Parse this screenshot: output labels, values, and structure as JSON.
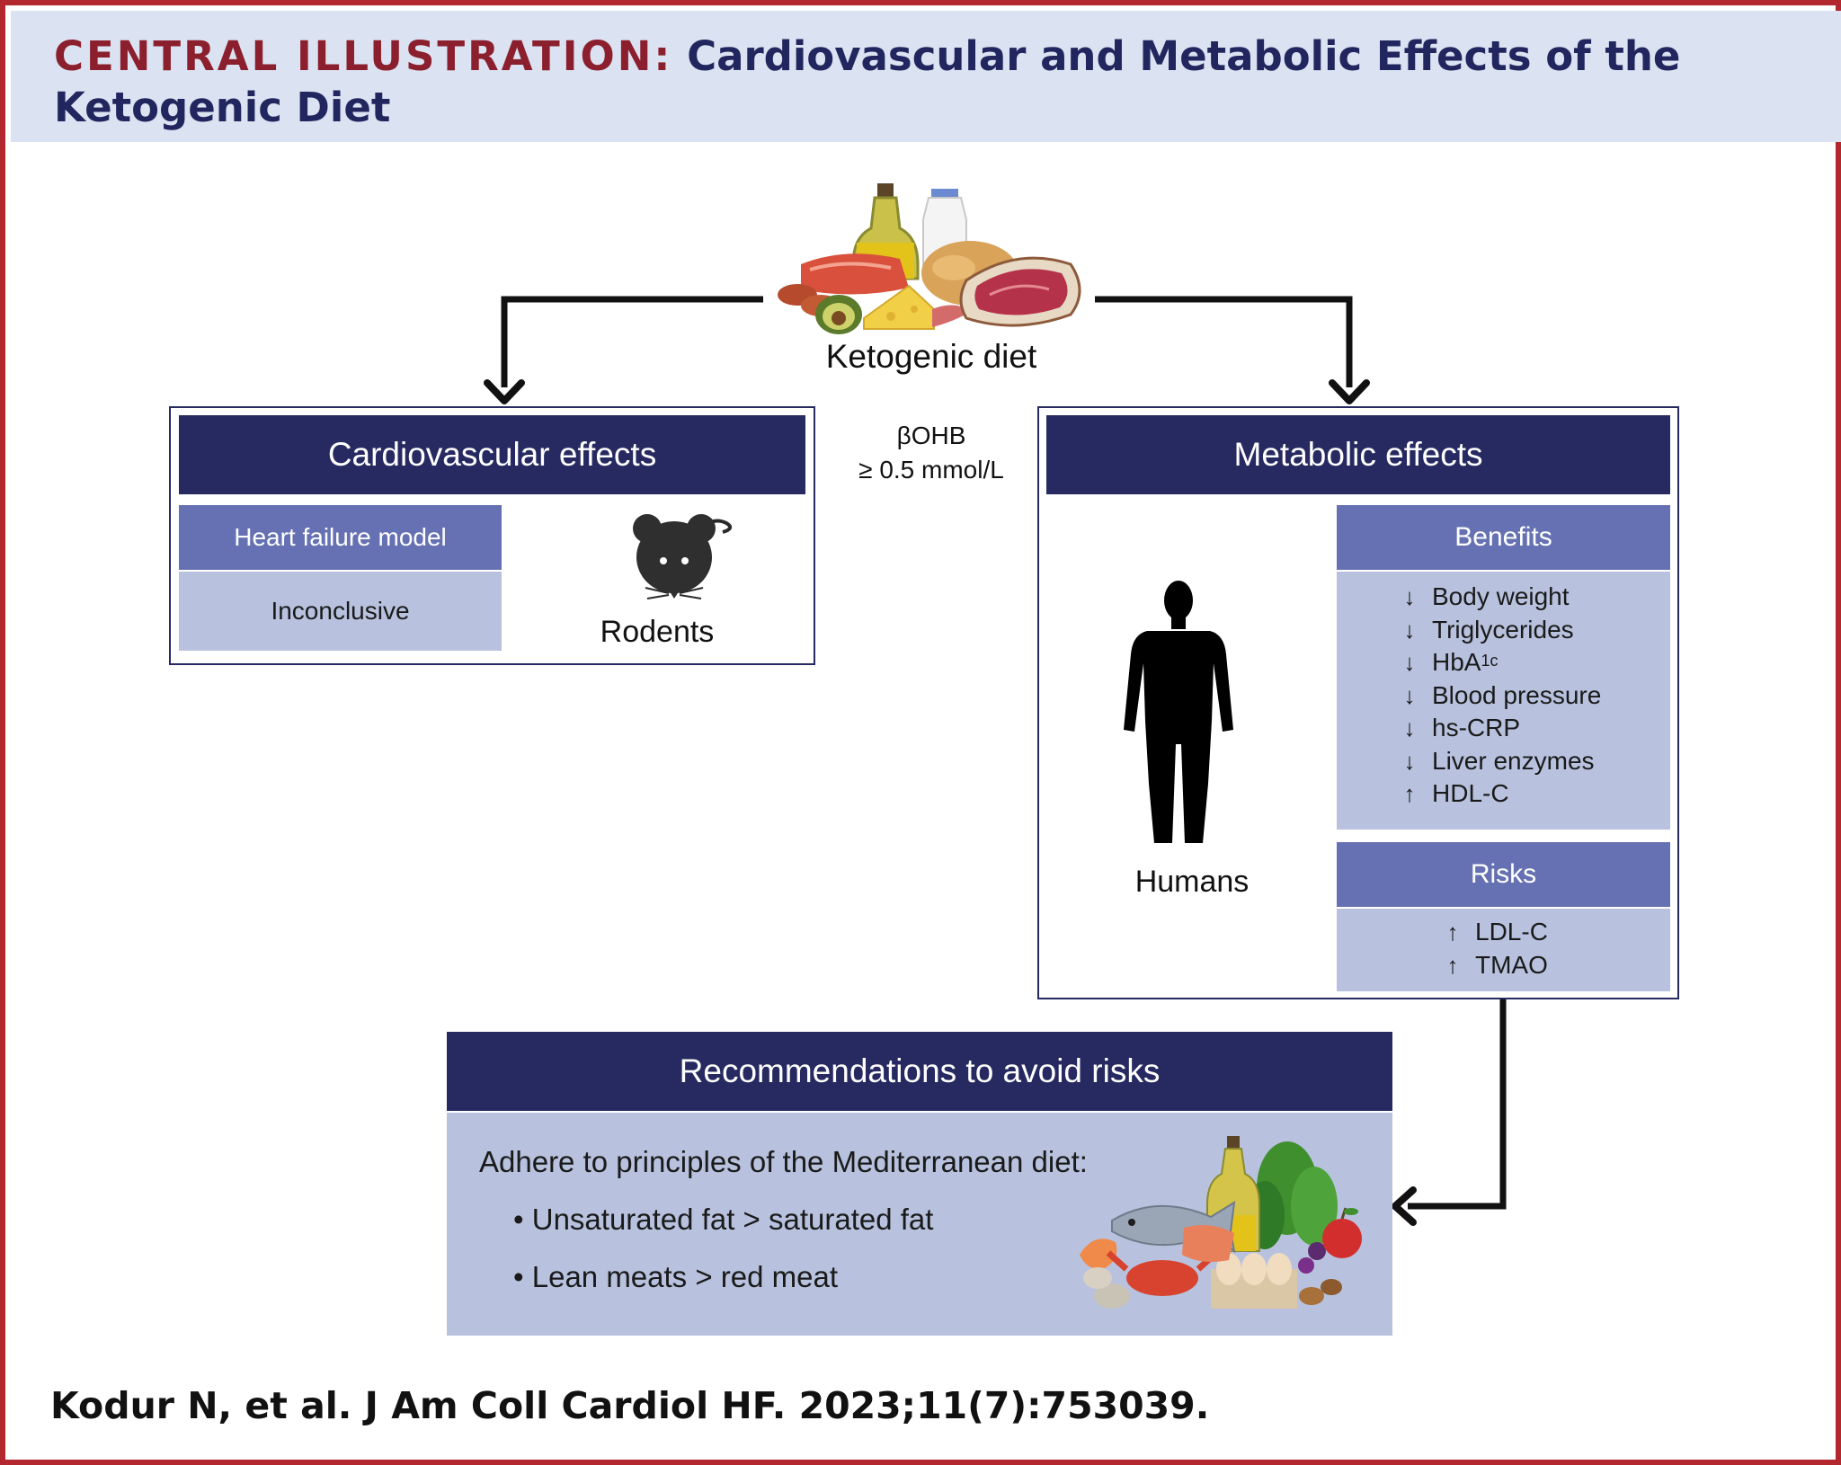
{
  "header": {
    "title_lead": "CENTRAL ILLUSTRATION:",
    "title_rest": " Cardiovascular and Metabolic Effects of the Ketogenic Diet"
  },
  "diet": {
    "label": "Ketogenic diet",
    "threshold_line1": "βOHB",
    "threshold_line2": "≥ 0.5 mmol/L"
  },
  "cardio": {
    "title": "Cardiovascular effects",
    "model_label": "Heart failure model",
    "result": "Inconclusive",
    "subject": "Rodents"
  },
  "metabolic": {
    "title": "Metabolic effects",
    "subject": "Humans",
    "benefits_title": "Benefits",
    "benefits": [
      {
        "dir": "down",
        "text": "Body weight"
      },
      {
        "dir": "down",
        "text": "Triglycerides"
      },
      {
        "dir": "down",
        "text": "HbA",
        "sub": "1c"
      },
      {
        "dir": "down",
        "text": "Blood pressure"
      },
      {
        "dir": "down",
        "text": "hs-CRP"
      },
      {
        "dir": "down",
        "text": "Liver enzymes"
      },
      {
        "dir": "up",
        "text": "HDL-C"
      }
    ],
    "risks_title": "Risks",
    "risks": [
      {
        "dir": "up",
        "text": "LDL-C"
      },
      {
        "dir": "up",
        "text": "TMAO"
      }
    ]
  },
  "recommendations": {
    "title": "Recommendations to avoid risks",
    "intro": "Adhere to principles of the Mediterranean diet:",
    "bullets": [
      "Unsaturated fat > saturated fat",
      "Lean meats > red meat"
    ]
  },
  "citation": "Kodur N, et al. J Am Coll Cardiol HF. 2023;11(7):753039.",
  "colors": {
    "navy": "#262a61",
    "mid_blue": "#6571b2",
    "light_blue": "#b8c2de",
    "header_bg": "#dbe3f2",
    "frame_red": "#b3272f",
    "title_red": "#8b1f2d"
  },
  "icons": [
    "ketogenic-food-icon",
    "mouse-icon",
    "human-silhouette-icon",
    "mediterranean-food-icon"
  ]
}
